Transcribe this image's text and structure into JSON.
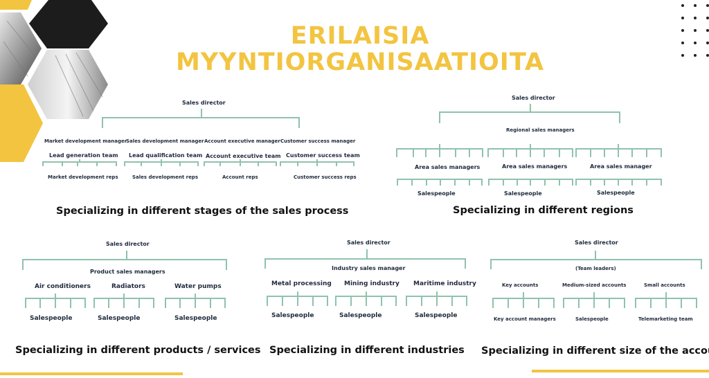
{
  "title_line1": "ERILAISIA",
  "title_line2": "MYYNTIORGANISAATIOITA",
  "colors": {
    "accent": "#f2c440",
    "connector": "#8fc2ad",
    "dark": "#1c1c1c"
  },
  "decor_icons": [
    "hexagon-photo-icon",
    "hexagon-yellow-icon",
    "hexagon-black-icon"
  ],
  "process": {
    "caption": "Specializing in different stages of the sales process",
    "head": "Sales director",
    "managers": [
      "Market development manager",
      "Sales development manager",
      "Account executive manager",
      "Customer success manager"
    ],
    "teams": [
      "Lead generation team",
      "Lead qualification team",
      "Account executive team",
      "Customer success team"
    ],
    "reps": [
      "Market development reps",
      "Sales development reps",
      "Account reps",
      "Customer success reps"
    ]
  },
  "regions": {
    "caption": "Specializing in different regions",
    "head": "Sales director",
    "level": "Regional sales managers",
    "areas": [
      "Area sales managers",
      "Area sales managers",
      "Area sales manager"
    ],
    "people": [
      "Salespeople",
      "Salespeople",
      "Salespeople"
    ]
  },
  "products": {
    "caption": "Specializing in different products / services",
    "head": "Sales director",
    "level": "Product sales managers",
    "groups": [
      "Air conditioners",
      "Radiators",
      "Water pumps"
    ],
    "people": [
      "Salespeople",
      "Salespeople",
      "Salespeople"
    ]
  },
  "industries": {
    "caption": "Specializing in different industries",
    "head": "Sales director",
    "level": "Industry sales manager",
    "groups": [
      "Metal processing",
      "Mining industry",
      "Maritime industry"
    ],
    "people": [
      "Salespeople",
      "Salespeople",
      "Salespeople"
    ]
  },
  "accounts": {
    "caption": "Specializing in different size of the accounts",
    "head": "Sales director",
    "level": "(Team leaders)",
    "groups": [
      "Key accounts",
      "Medium-sized accounts",
      "Small accounts"
    ],
    "people": [
      "Key account managers",
      "Salespeople",
      "Telemarketing team"
    ]
  }
}
